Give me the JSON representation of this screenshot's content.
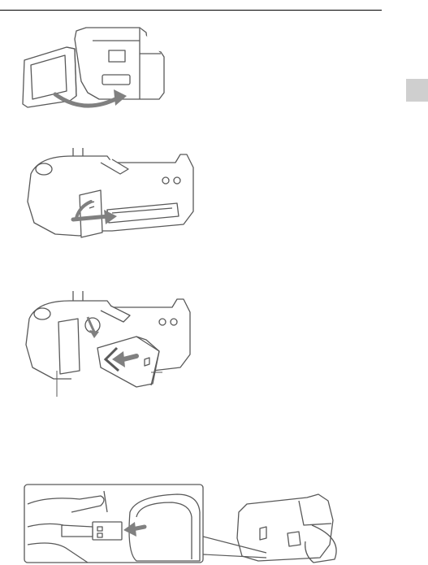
{
  "page": {
    "side_tab_color": "#cfcfcf",
    "line_color": "#595959",
    "arrow_color": "#808080"
  },
  "figures": [
    {
      "name": "open-lcd-monitor",
      "icon": "camcorder-lcd-open-illustration"
    },
    {
      "name": "open-battery-cover",
      "icon": "battery-cover-open-illustration"
    },
    {
      "name": "insert-battery-pack",
      "icon": "battery-insert-illustration"
    },
    {
      "name": "connect-usb-cable",
      "icon": "usb-cable-connect-illustration"
    }
  ]
}
